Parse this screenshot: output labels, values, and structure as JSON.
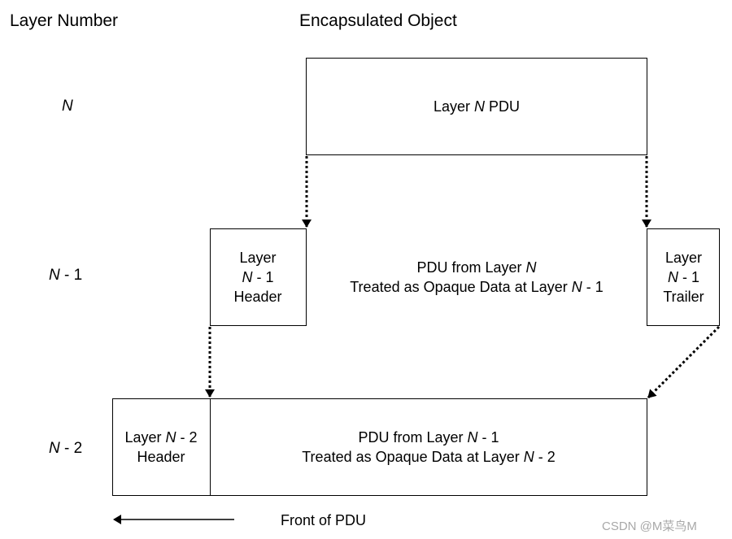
{
  "headers": {
    "layer_number": "Layer Number",
    "encapsulated_object": "Encapsulated Object"
  },
  "levels": {
    "n": {
      "pre": "",
      "it": "N",
      "post": ""
    },
    "n1": {
      "pre": "",
      "it": "N",
      "post": " - 1"
    },
    "n2": {
      "pre": "",
      "it": "N",
      "post": " - 2"
    }
  },
  "boxes": {
    "layer_n_pdu": [
      {
        "pre": "Layer ",
        "it": "N",
        "post": " PDU"
      }
    ],
    "n1_header": [
      {
        "pre": "Layer",
        "it": "",
        "post": ""
      },
      {
        "pre": "",
        "it": "N",
        "post": " - 1"
      },
      {
        "pre": "Header",
        "it": "",
        "post": ""
      }
    ],
    "n1_payload": [
      {
        "pre": "PDU from Layer ",
        "it": "N",
        "post": ""
      },
      {
        "pre": "Treated as Opaque Data at Layer ",
        "it": "N",
        "post": " - 1"
      }
    ],
    "n1_trailer": [
      {
        "pre": "Layer",
        "it": "",
        "post": ""
      },
      {
        "pre": "",
        "it": "N",
        "post": " - 1"
      },
      {
        "pre": "Trailer",
        "it": "",
        "post": ""
      }
    ],
    "n2_header": [
      {
        "pre": "Layer ",
        "it": "N",
        "post": " - 2"
      },
      {
        "pre": "Header",
        "it": "",
        "post": ""
      }
    ],
    "n2_payload": [
      {
        "pre": "PDU from Layer ",
        "it": "N",
        "post": " - 1"
      },
      {
        "pre": "Treated as Opaque Data at Layer ",
        "it": "N",
        "post": " - 2"
      }
    ]
  },
  "footer": {
    "front_of_pdu": "Front of PDU",
    "watermark": "CSDN @M菜鸟M"
  }
}
